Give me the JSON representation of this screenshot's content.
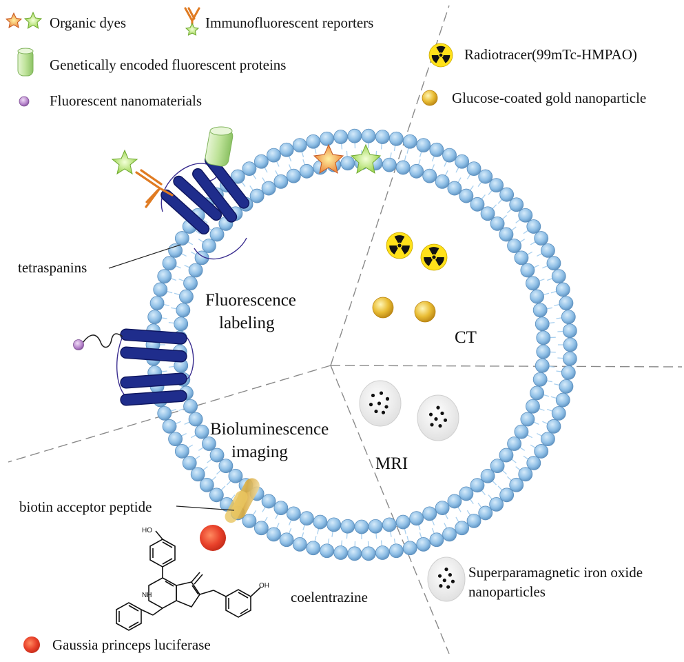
{
  "legend": {
    "organic_dyes": "Organic dyes",
    "immunofluorescent_reporters": "Immunofluorescent reporters",
    "fluorescent_proteins": "Genetically encoded fluorescent proteins",
    "fluorescent_nanomaterials": "Fluorescent nanomaterials",
    "radiotracer": "Radiotracer(99mTc-HMPAO)",
    "gold_nanoparticle": "Glucose-coated gold nanoparticle",
    "spion_line1": "Superparamagnetic iron oxide",
    "spion_line2": "nanoparticles",
    "gaussia_luciferase": "Gaussia princeps luciferase"
  },
  "regions": {
    "fluorescence_line1": "Fluorescence",
    "fluorescence_line2": "labeling",
    "ct": "CT",
    "mri": "MRI",
    "bioluminescence_line1": "Bioluminescence",
    "bioluminescence_line2": "imaging"
  },
  "callouts": {
    "tetraspanins": "tetraspanins",
    "biotin_acceptor_peptide": "biotin acceptor peptide",
    "coelentrazine": "coelentrazine"
  },
  "chemistry": {
    "oh_top": "HO",
    "nh": "NH",
    "oh_right": "OH"
  },
  "colors": {
    "lipid_head": "#8fbfe6",
    "lipid_edge": "#5b8fbe",
    "tail": "#a9d0ef",
    "tetraspanin": "#1f2d8c",
    "antibody": "#e07b22",
    "dye_orange": "#e8772e",
    "dye_green": "#9bd64a",
    "gold": "#e3b52c",
    "radiation_yellow": "#ffe11a",
    "luciferase": "#e8412a",
    "nanomaterial": "#b07cc6",
    "spion_bg": "#ececec",
    "protein_cylinder": "#bfe39a",
    "dashed_line": "#8a8a8a"
  }
}
